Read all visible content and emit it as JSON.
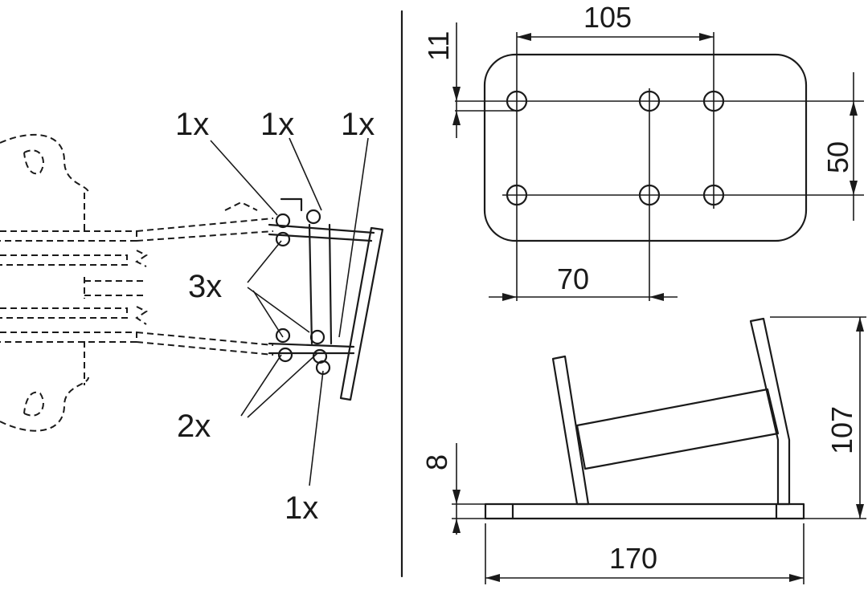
{
  "callouts": {
    "top_left": "1x",
    "top_middle": "1x",
    "top_right": "1x",
    "three": "3x",
    "two": "2x",
    "bottom": "1x"
  },
  "dimensions": {
    "width_105": "105",
    "thickness_11": "11",
    "spacing_50": "50",
    "offset_70": "70",
    "height_107": "107",
    "base_8": "8",
    "length_170": "170"
  }
}
